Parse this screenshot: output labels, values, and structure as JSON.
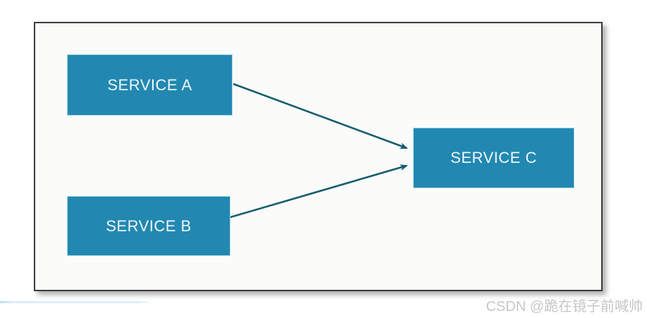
{
  "diagram": {
    "nodes": [
      {
        "id": "service-a",
        "label": "SERVICE A"
      },
      {
        "id": "service-b",
        "label": "SERVICE B"
      },
      {
        "id": "service-c",
        "label": "SERVICE C"
      }
    ],
    "edges": [
      {
        "from": "service-a",
        "to": "service-c",
        "arrowhead": "triangle"
      },
      {
        "from": "service-b",
        "to": "service-c",
        "arrowhead": "triangle"
      }
    ],
    "colors": {
      "node_fill": "#2288b1",
      "node_border": "#a8d8e8",
      "node_text": "#eef7fa",
      "arrow": "#135e6e",
      "frame_border": "#3b3b3b",
      "frame_background": "#fbfbfa"
    }
  },
  "watermark": {
    "text": "CSDN @跪在镜子前喊帅",
    "color": "#c6c6c6"
  }
}
